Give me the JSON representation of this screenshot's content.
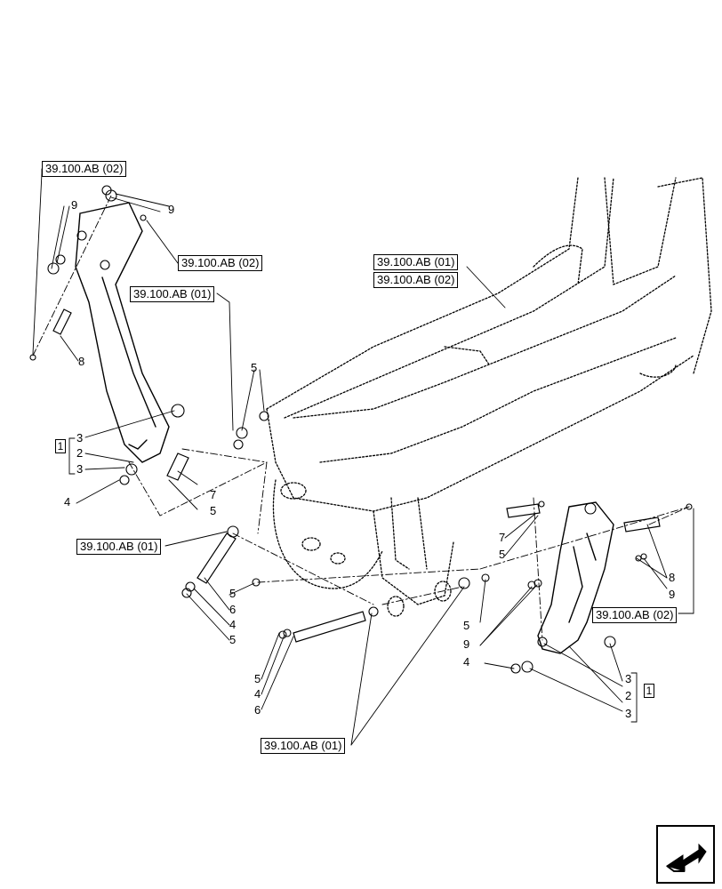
{
  "references": {
    "ref_02_top": "39.100.AB (02)",
    "ref_02_pin": "39.100.AB (02)",
    "ref_01_left": "39.100.AB (01)",
    "ref_01_right_a": "39.100.AB (01)",
    "ref_02_right_b": "39.100.AB (02)",
    "ref_01_mid": "39.100.AB (01)",
    "ref_02_far_right": "39.100.AB (02)",
    "ref_01_bottom": "39.100.AB (01)"
  },
  "callouts": {
    "c9a": "9",
    "c9b": "9",
    "c8": "8",
    "c5a": "5",
    "c3a": "3",
    "c2a": "2",
    "c3b": "3",
    "c1a": "1",
    "c4a": "4",
    "c7a": "7",
    "c5b": "5",
    "c5c": "5",
    "c6a": "6",
    "c4b": "4",
    "c5d": "5",
    "c5e": "5",
    "c4c": "4",
    "c6b": "6",
    "c7b": "7",
    "c5f": "5",
    "c8b": "8",
    "c9c": "9",
    "c5g": "5",
    "c9d": "9",
    "c4d": "4",
    "c3c": "3",
    "c2b": "2",
    "c3d": "3",
    "c1b": "1"
  },
  "icons": {
    "nav": "next-page-arrow-icon"
  }
}
